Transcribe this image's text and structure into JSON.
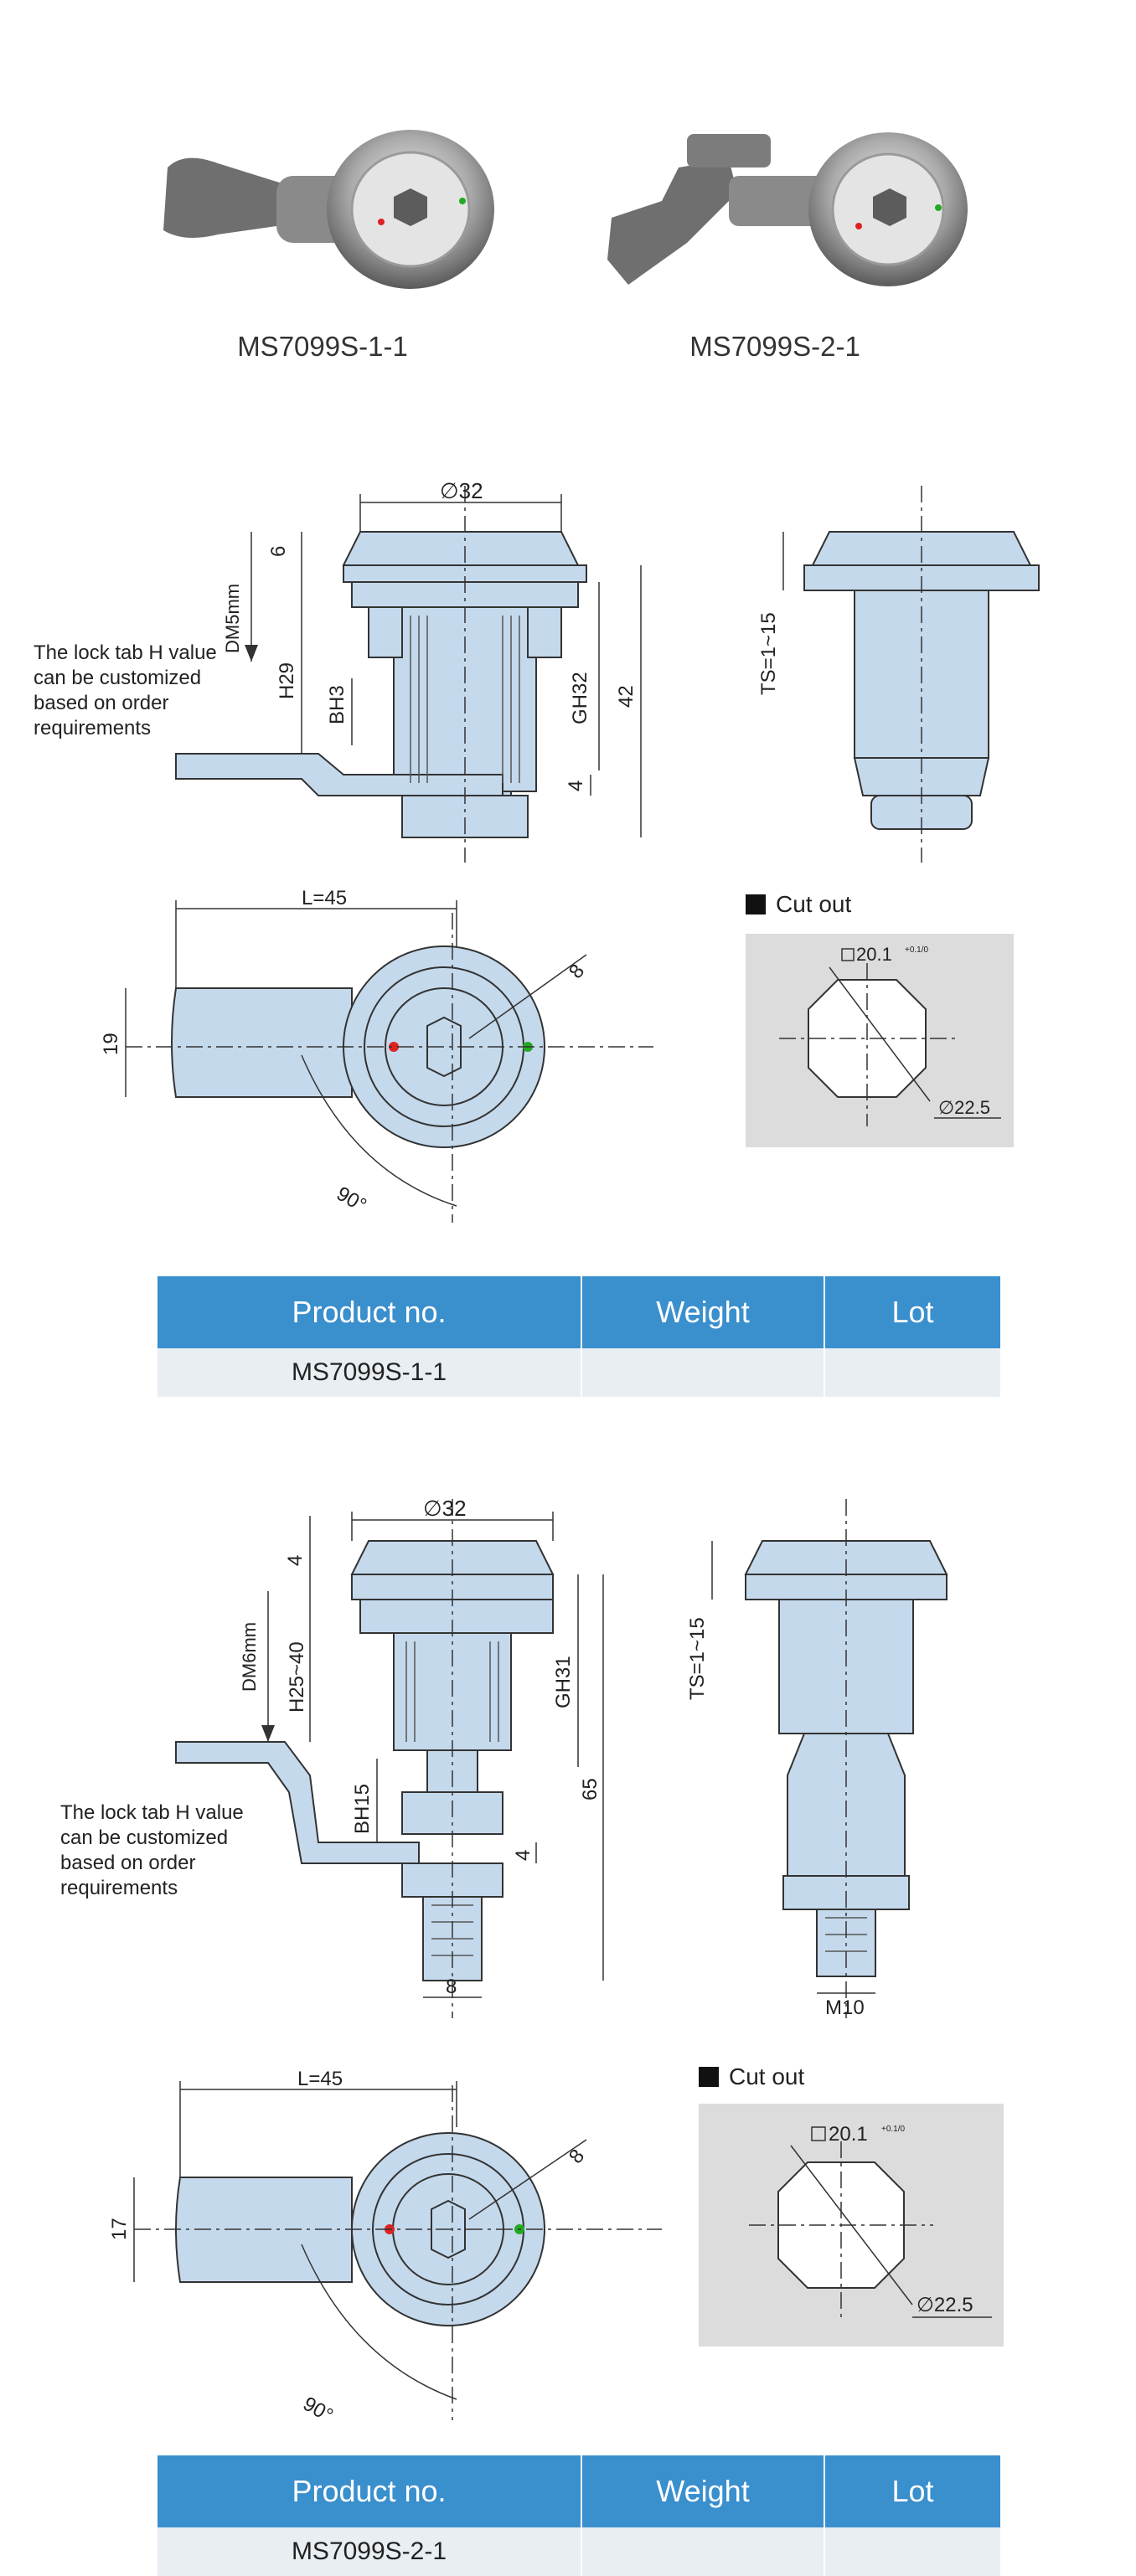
{
  "products": [
    {
      "label": "MS7099S-1-1",
      "side_view": {
        "diameter": "∅32",
        "top_height": "6",
        "dm": "DM5mm",
        "h": "H29",
        "bh": "BH3",
        "gh": "GH32",
        "total": "42",
        "tab_thickness": "4",
        "ts": "TS=1~15"
      },
      "top_view": {
        "length": "L=45",
        "width": "19",
        "hex": "8",
        "angle": "90°"
      },
      "note": "The lock tab H value can be customized based on order requirements",
      "cutout": {
        "title": "Cut out",
        "square": "20.1",
        "tol": "+0.1/0",
        "diameter": "∅22.5"
      },
      "table": {
        "headers": [
          "Product no.",
          "Weight",
          "Lot"
        ],
        "row": [
          "MS7099S-1-1",
          "",
          ""
        ]
      }
    },
    {
      "label": "MS7099S-2-1",
      "side_view": {
        "diameter": "∅32",
        "top_height": "4",
        "dm": "DM6mm",
        "h": "H25~40",
        "bh": "BH15",
        "gh": "GH31",
        "total": "65",
        "tab_thickness": "4",
        "thread": "8",
        "ts": "TS=1~15",
        "m": "M10"
      },
      "top_view": {
        "length": "L=45",
        "width": "17",
        "hex": "8",
        "angle": "90°"
      },
      "note": "The lock tab H value can be customized based on order requirements",
      "cutout": {
        "title": "Cut out",
        "square": "20.1",
        "tol": "+0.1/0",
        "diameter": "∅22.5"
      },
      "table": {
        "headers": [
          "Product no.",
          "Weight",
          "Lot"
        ],
        "row": [
          "MS7099S-2-1",
          "",
          ""
        ]
      }
    }
  ],
  "colors": {
    "part_fill": "#c5d9ec",
    "header_blue": "#3a8fcd",
    "row_bg": "#e8eef2",
    "cutout_bg": "#dcdcdc"
  }
}
